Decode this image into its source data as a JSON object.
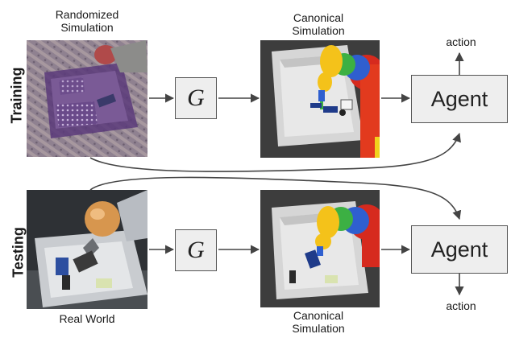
{
  "row_labels": {
    "training": "Training",
    "testing": "Testing"
  },
  "image_labels": {
    "randomized": [
      "Randomized",
      "Simulation"
    ],
    "canonical_top": [
      "Canonical",
      "Simulation"
    ],
    "real_world": "Real World",
    "canonical_bottom": [
      "Canonical",
      "Simulation"
    ]
  },
  "generator_label": "G",
  "agent_label": "Agent",
  "action_label": "action",
  "colors": {
    "box_fill": "#eeeeee",
    "box_border": "#555555",
    "arrow": "#444444",
    "sim_background": "#3d3d3d",
    "randomized_texture": "#8a7c8c",
    "tray_purple": "#5b3a7a"
  }
}
